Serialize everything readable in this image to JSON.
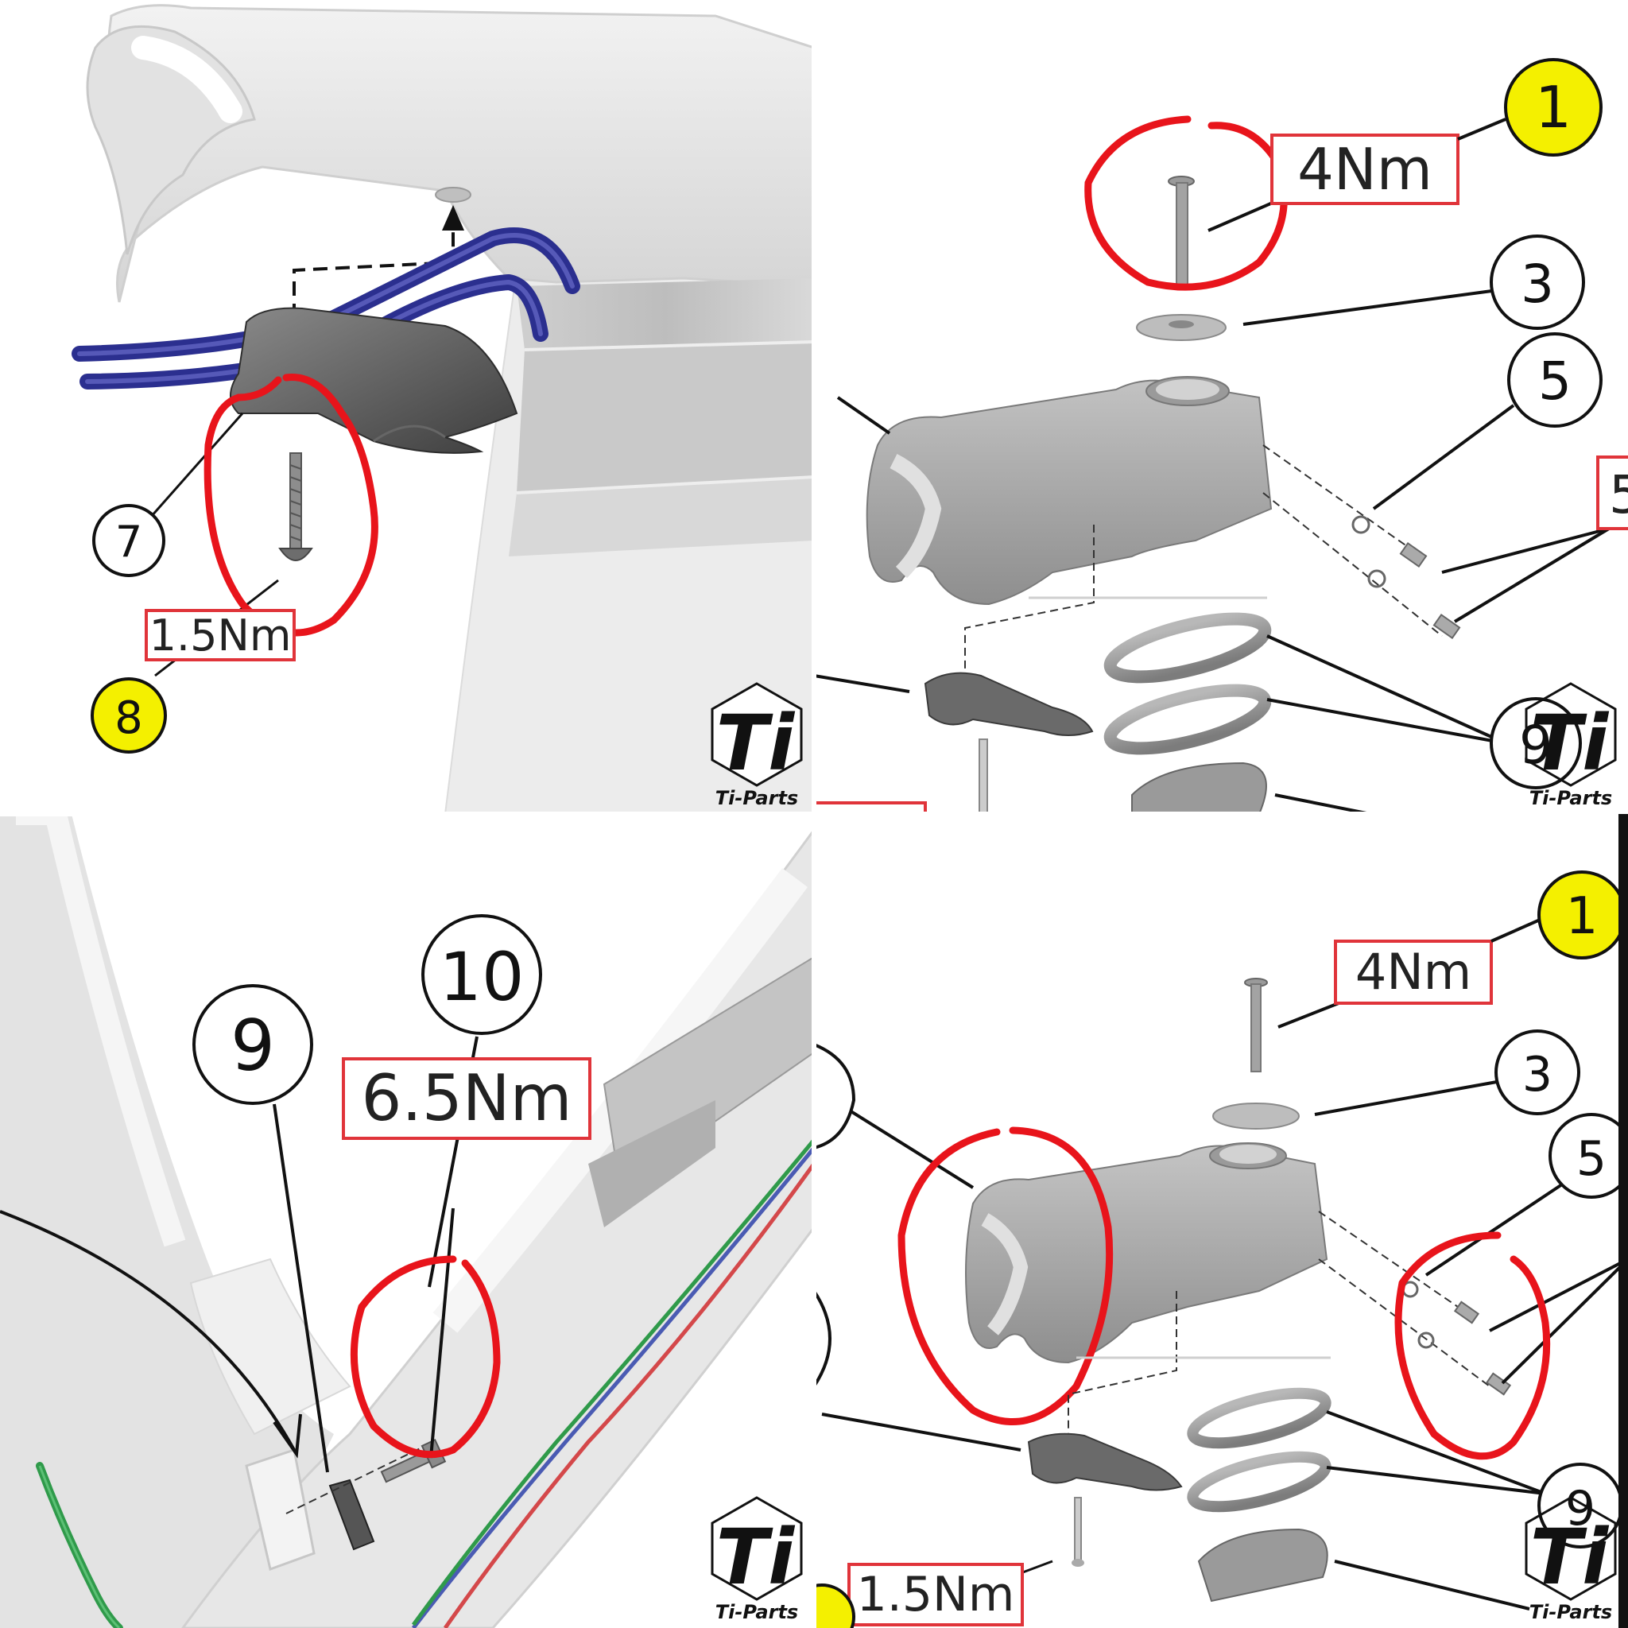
{
  "panels": {
    "top_left": {
      "callouts": [
        "7",
        "8"
      ],
      "torque": "1.5Nm",
      "logo": "Ti-Parts"
    },
    "top_right": {
      "callouts": [
        "1",
        "3",
        "5",
        "9"
      ],
      "callout_partial": "5",
      "torque": "4Nm",
      "logo": "Ti-Parts"
    },
    "bottom_left": {
      "callouts": [
        "9",
        "10"
      ],
      "torque": "6.5Nm",
      "logo": "Ti-Parts"
    },
    "bottom_right": {
      "callouts": [
        "1",
        "3",
        "5",
        "9"
      ],
      "torque_top": "4Nm",
      "torque_bottom": "1.5Nm",
      "logo": "Ti-Parts"
    }
  },
  "colors": {
    "highlight_circle": "#e8141b",
    "torque_box": "#e0343a",
    "callout_yellow": "#f4f000",
    "cable_blue": "#2b2f8f",
    "cable_green": "#2f9a4a",
    "cable_red": "#d4484a"
  }
}
